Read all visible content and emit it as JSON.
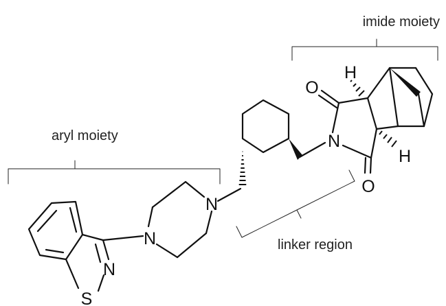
{
  "labels": {
    "imide": "imide moiety",
    "aryl": "aryl moiety",
    "linker": "linker region"
  },
  "atoms": {
    "o_top": "O",
    "o_bottom": "O",
    "h_top": "H",
    "h_bottom": "H",
    "n_imide": "N",
    "n_pip_right": "N",
    "n_pip_left": "N",
    "n_iso": "N",
    "s_iso": "S"
  }
}
